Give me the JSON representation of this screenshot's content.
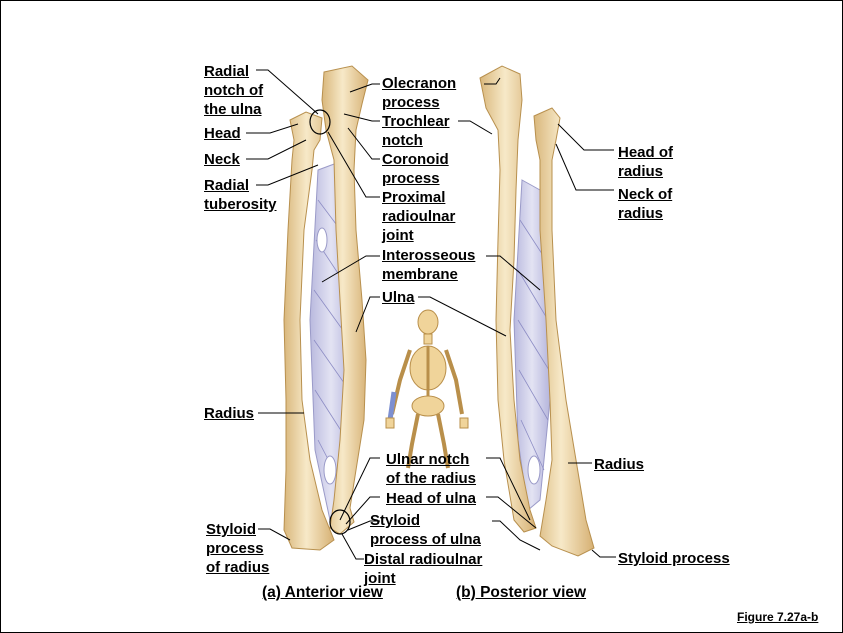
{
  "labels": {
    "radial_notch": [
      "Radial",
      "notch of",
      "the ulna"
    ],
    "head": [
      "Head"
    ],
    "neck": [
      "Neck"
    ],
    "radial_tuberosity": [
      "Radial",
      "tuberosity"
    ],
    "olecranon": [
      "Olecranon",
      "process"
    ],
    "trochlear": [
      "Trochlear",
      "notch"
    ],
    "coronoid": [
      "Coronoid",
      "process"
    ],
    "prox_joint": [
      "Proximal",
      "radioulnar",
      "joint"
    ],
    "interosseous": [
      "Interosseous",
      "membrane"
    ],
    "ulna": [
      "Ulna"
    ],
    "radius_left": [
      "Radius"
    ],
    "ulnar_notch": [
      "Ulnar notch",
      "of the radius"
    ],
    "head_ulna": [
      "Head of ulna"
    ],
    "styloid_ulna": [
      "Styloid",
      "process of ulna"
    ],
    "styloid_radius": [
      "Styloid",
      "process",
      "of radius"
    ],
    "distal_joint": [
      "Distal radioulnar",
      "joint"
    ],
    "head_radius": [
      "Head of",
      "radius"
    ],
    "neck_radius": [
      "Neck of",
      "radius"
    ],
    "radius_right": [
      "Radius"
    ],
    "styloid_process": [
      "Styloid process"
    ]
  },
  "captions": {
    "anterior": "(a) Anterior view",
    "posterior": "(b) Posterior view"
  },
  "figure_number": "Figure 7.27a-b",
  "colors": {
    "bone": "#f3e0b5",
    "bone_shade": "#d9b77c",
    "membrane": "#c9c9e6",
    "highlight": "#7d8fd0"
  }
}
